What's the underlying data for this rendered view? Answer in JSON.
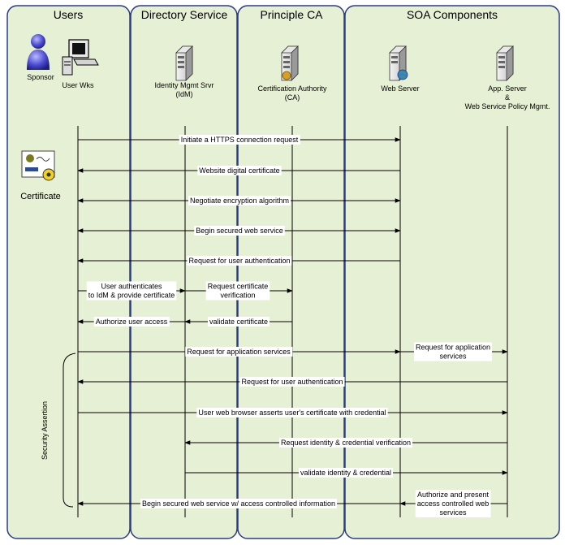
{
  "lanes": [
    {
      "title": "Users"
    },
    {
      "title": "Directory Service"
    },
    {
      "title": "Principle CA"
    },
    {
      "title": "SOA Components"
    }
  ],
  "actors": {
    "sponsor": "Sponsor",
    "user_wks": "User Wks",
    "idm": [
      "Identity Mgmt Srvr",
      "(IdM)"
    ],
    "ca": [
      "Certification Authority",
      "(CA)"
    ],
    "web_server": "Web Server",
    "app_server": [
      "App. Server",
      "&",
      "Web Service Policy Mgmt."
    ]
  },
  "certificate_label": "Certificate",
  "bracket_label": "Security Assertion",
  "messages": [
    {
      "text": "Initiate a HTTPS connection request"
    },
    {
      "text": "Website digital certificate"
    },
    {
      "text": "Negotiate encryption algorithm"
    },
    {
      "text": "Begin secured web service"
    },
    {
      "text": "Request for user authentication"
    },
    {
      "text": "User authenticates\nto IdM & provide certificate"
    },
    {
      "text": "Request certificate\nverification"
    },
    {
      "text": "Authorize user access"
    },
    {
      "text": "validate certificate"
    },
    {
      "text": "Request for application services"
    },
    {
      "text": "Request for application\nservices"
    },
    {
      "text": "Request for user authentication"
    },
    {
      "text": "User web browser asserts user's certificate with credential"
    },
    {
      "text": "Request identity & credential verification"
    },
    {
      "text": "validate identity & credential"
    },
    {
      "text": "Begin secured web service w/ access controlled information"
    },
    {
      "text": "Authorize and present\naccess controlled web\nservices"
    }
  ],
  "colors": {
    "lane_fill": "#e6f0d5",
    "lane_border": "#2b3a8c",
    "arrow": "#000000"
  }
}
